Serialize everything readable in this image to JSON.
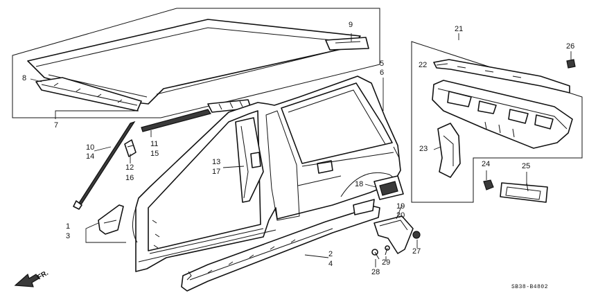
{
  "diagram": {
    "drawing_code": "SB38-B4802",
    "direction_label": "FR.",
    "callouts": {
      "c1": "1",
      "c2": "2",
      "c3": "3",
      "c4": "4",
      "c5": "5",
      "c6": "6",
      "c7": "7",
      "c8": "8",
      "c9": "9",
      "c10": "10",
      "c11": "11",
      "c12": "12",
      "c13": "13",
      "c14": "14",
      "c15": "15",
      "c16": "16",
      "c17": "17",
      "c18": "18",
      "c19": "19",
      "c20": "20",
      "c21": "21",
      "c22": "22",
      "c23": "23",
      "c24": "24",
      "c25": "25",
      "c26": "26",
      "c27": "27",
      "c28": "28",
      "c29": "29"
    }
  }
}
